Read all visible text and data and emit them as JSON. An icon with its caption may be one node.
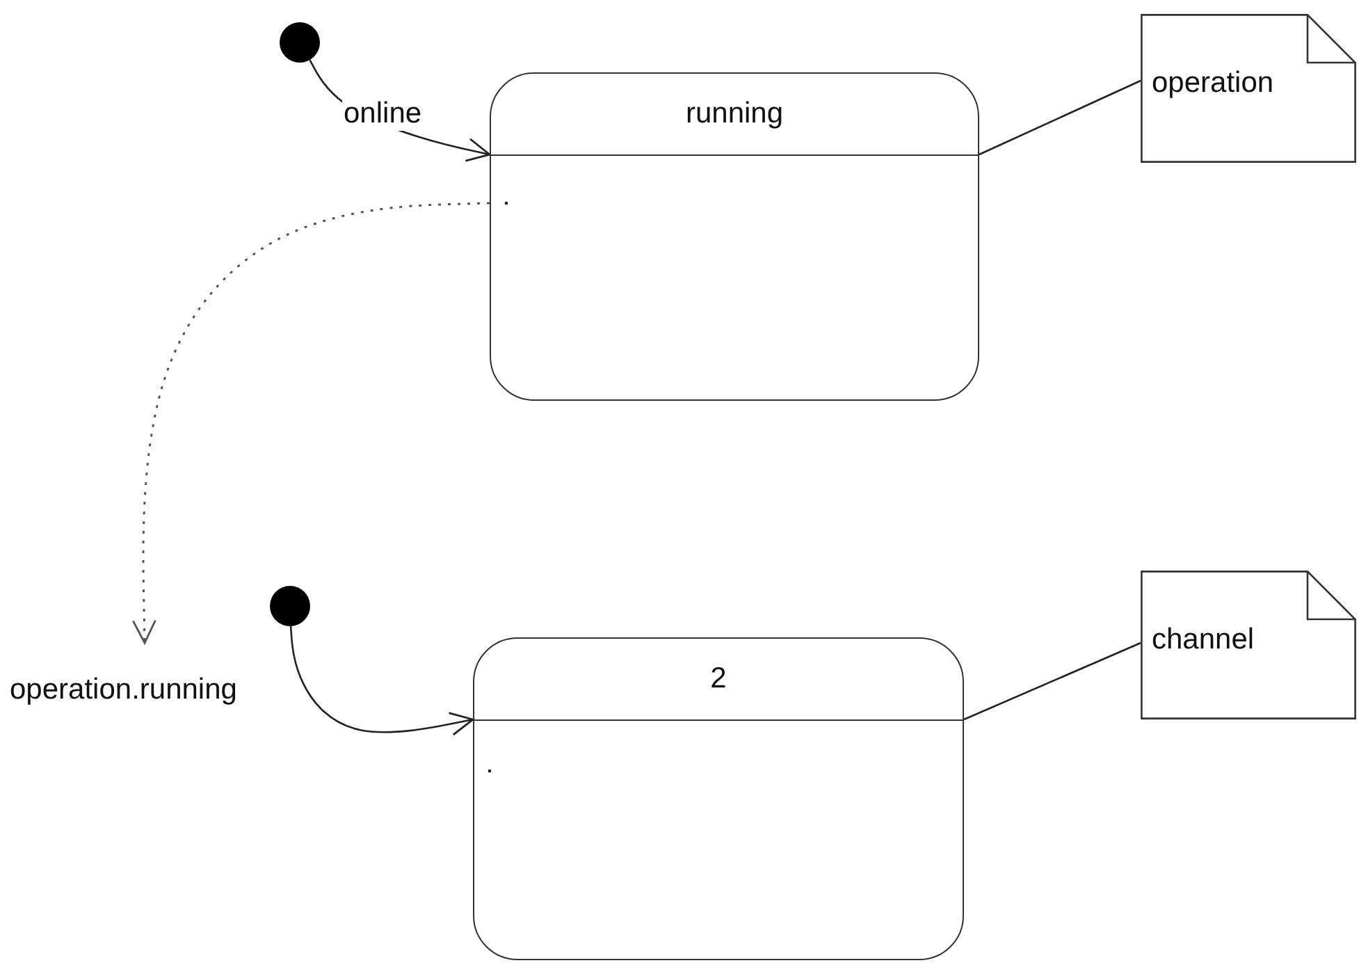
{
  "diagram": {
    "nodes": [
      {
        "text": [],
        "shape": "circle"
      },
      {
        "text": [
          "running"
        ]
      },
      {
        "text": [
          "operation"
        ]
      },
      {
        "text": [],
        "shape": "circle"
      },
      {
        "text": [
          "2"
        ]
      },
      {
        "text": [
          "channel"
        ]
      }
    ],
    "edges": [
      {
        "from": 0,
        "to": 1,
        "arrow": "to",
        "label": "online"
      },
      {
        "from": 1,
        "to": 2,
        "arrow": "none"
      },
      {
        "from": 1,
        "to": null,
        "arrow": "to",
        "style": "dashed",
        "color": "#555555"
      },
      {
        "from": 3,
        "to": 4,
        "arrow": "to",
        "label": "operation.running"
      },
      {
        "from": 4,
        "to": 5,
        "arrow": "none"
      }
    ]
  }
}
